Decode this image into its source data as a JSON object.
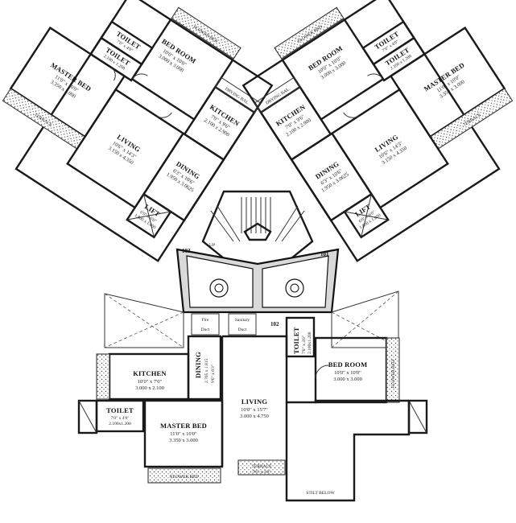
{
  "plan": {
    "left_wing": {
      "bedroom": {
        "name": "BED ROOM",
        "dim1": "10'0\" x 10'0\"",
        "dim2": "3.000 x 3.000"
      },
      "kitchen": {
        "name": "KITCHEN",
        "dim1": "7'0\" x 9'6\"",
        "dim2": "2.100 x 2.900"
      },
      "toilet_a": {
        "name": "TOILET",
        "dim1": "7'0\" x 4'0\"",
        "dim2": "2.100 x 1.200"
      },
      "toilet_b": {
        "name": "TOILET",
        "dim1": "7'0\" x 4'0\"",
        "dim2": "2.100 x 1.200"
      },
      "master_bed": {
        "name": "MASTER BED",
        "dim1": "11'0\" x 10'0\"",
        "dim2": "3.350 x 3.000"
      },
      "living": {
        "name": "LIVING",
        "dim1": "10'6\" x 14'3\"",
        "dim2": "3.150 x 4.350"
      },
      "dining": {
        "name": "DINING",
        "dim1": "6'3\" x 10'6\"",
        "dim2": "1.950 x 3.0625"
      },
      "lift": {
        "name": "LIFT",
        "dim1": "6'0\" x 6'0\"",
        "dim2": "1.800 x 1.800"
      },
      "terrace": "TERRACE",
      "flower_bed": "FLOWER BED",
      "drying_bal": "DRYING BAL.",
      "unit_no": "103"
    },
    "right_wing": {
      "bedroom": {
        "name": "BED ROOM",
        "dim1": "10'0\" x 10'0\"",
        "dim2": "3.000 x 3.000"
      },
      "kitchen": {
        "name": "KITCHEN",
        "dim1": "7'0\" x 9'6\"",
        "dim2": "2.100 x 2.900"
      },
      "toilet_a": {
        "name": "TOILET",
        "dim1": "7'0\" x 4'0\"",
        "dim2": "2.100 x 1.200"
      },
      "toilet_b": {
        "name": "TOILET",
        "dim1": "7'0\" x 4'0\"",
        "dim2": "2.100 x 1.200"
      },
      "master_bed": {
        "name": "MASTER BED",
        "dim1": "11'0\" x 10'0\"",
        "dim2": "3.350 x 3.000"
      },
      "living": {
        "name": "LIVING",
        "dim1": "10'6\" x 14'3\"",
        "dim2": "3.150 x 4.350"
      },
      "dining": {
        "name": "DINING",
        "dim1": "6'3\" x 10'6\"",
        "dim2": "1.950 x 3.0625"
      },
      "lift": {
        "name": "LIFT",
        "dim1": "6'0\" x 6'0\"",
        "dim2": "1.800 x 1.800"
      },
      "terrace": "TERRACE",
      "flower_bed": "FLOWER BED",
      "drying_bal": "DRYING BAL.",
      "unit_no": "101"
    },
    "core": {
      "up_label": "UP",
      "duct_a": "Duct",
      "duct_b": "Duct",
      "fire_label": "Fire",
      "shaft_label": "Sanitary"
    },
    "bottom_unit": {
      "unit_no": "102",
      "kitchen": {
        "name": "KITCHEN",
        "dim1": "10'0\" x 7'0\"",
        "dim2": "3.000 x 2.100"
      },
      "dining": {
        "name": "DINING",
        "dim1": "9'6\" x 6'3\"",
        "dim2": "2.705 x 1.815"
      },
      "toilet_left": {
        "name": "TOILET",
        "dim1": "7'0\" x 4'0\"",
        "dim2": "2.100x1.200"
      },
      "toilet_mid": {
        "name": "TOILET",
        "dim1": "7'0\" x 4'0\"",
        "dim2": "2.100x1.200"
      },
      "bedroom": {
        "name": "BED ROOM",
        "dim1": "10'0\" x 10'0\"",
        "dim2": "3.000 x 3.000"
      },
      "living": {
        "name": "LIVING",
        "dim1": "10'0\" x 15'7\"",
        "dim2": "3.000 x 4.750"
      },
      "master_bed": {
        "name": "MASTER BED",
        "dim1": "11'0\" x 10'0\"",
        "dim2": "3.350 x 3.000"
      },
      "flower_bed_bottom": "FLOWER BED",
      "flower_bed_right": "FLOWER BED",
      "terrace": "TERRACE",
      "terrace_size": "7'6\" x 3'0\"",
      "stilt": "STILT BELOW"
    }
  }
}
